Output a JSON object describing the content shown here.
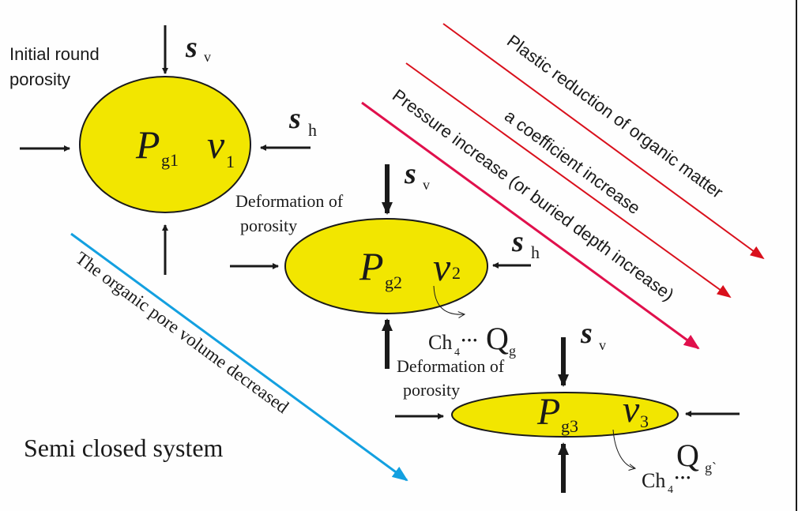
{
  "colors": {
    "pore_fill": "#f2e600",
    "outline": "#1a1a1a",
    "red_arrow": "#d9101c",
    "magenta_arrow": "#e0104c",
    "blue_arrow": "#13a0e0"
  },
  "labels": {
    "initial_round_1": "Initial round",
    "initial_round_2": "porosity",
    "deformation_1": "Deformation of",
    "deformation_2": "porosity",
    "semi_closed": "Semi closed system"
  },
  "pores": [
    {
      "P": "P",
      "P_sub": "g1",
      "v": "v",
      "v_sub": "1"
    },
    {
      "P": "P",
      "P_sub": "g2",
      "v": "v",
      "v_sub": "2"
    },
    {
      "P": "P",
      "P_sub": "g3",
      "v": "v",
      "v_sub": "3"
    }
  ],
  "stress": {
    "s": "s",
    "v_sub": "v",
    "h_sub": "h"
  },
  "gas": {
    "ch": "Ch",
    "ch_sub": "4",
    "dots": "···",
    "Q": "Q",
    "Q_sub": "g",
    "Q_sub_prime": "g`"
  },
  "trend_arrows": {
    "plastic": "Plastic reduction of organic matter",
    "coefficient": "a coefficient increase",
    "pressure": "Pressure increase (or buried depth increase)",
    "volume": "The organic pore volume decreased"
  }
}
